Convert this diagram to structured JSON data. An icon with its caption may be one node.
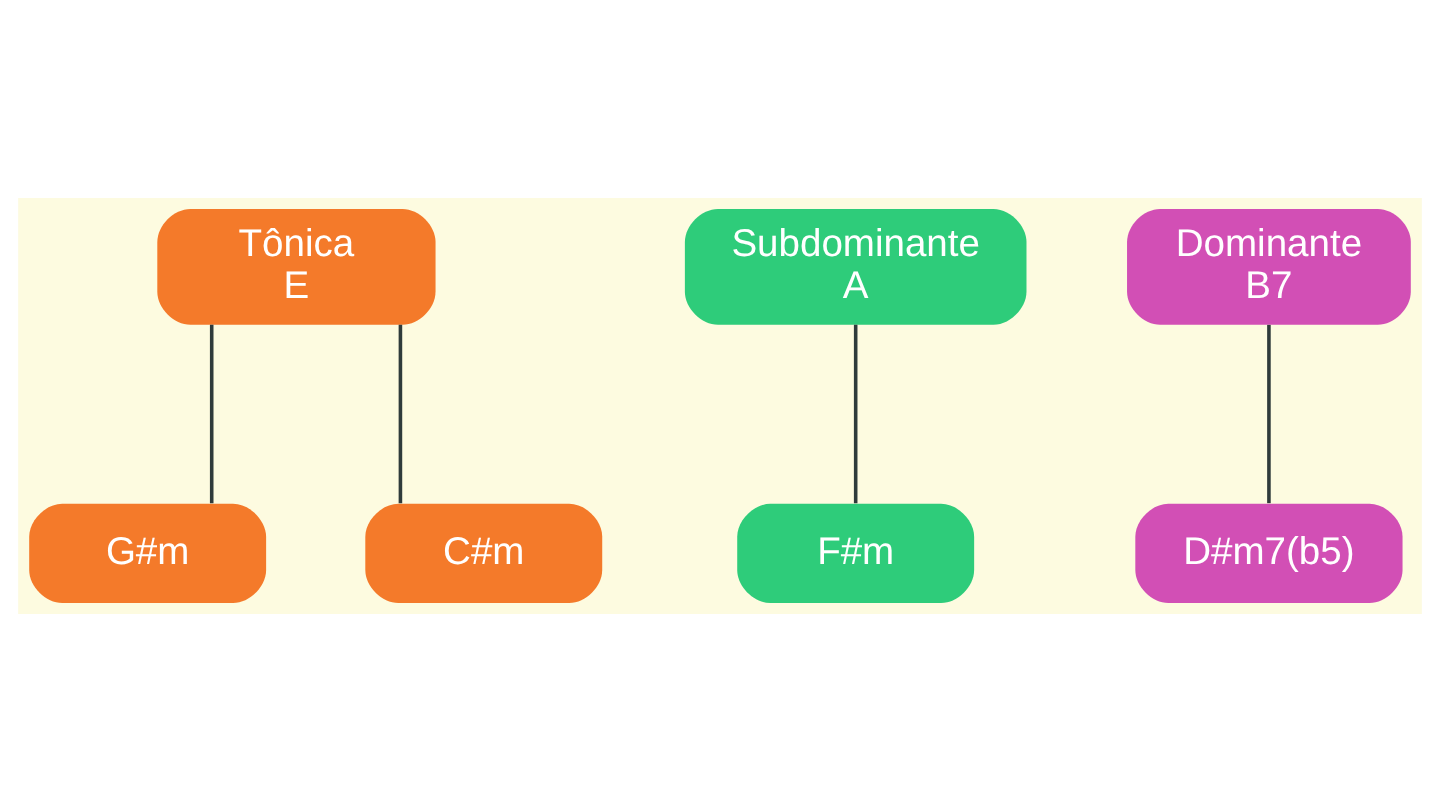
{
  "diagram": {
    "nodes": [
      {
        "text": [
          "Tônica",
          "E"
        ]
      },
      {
        "text": [
          "Subdominante",
          "A"
        ]
      },
      {
        "text": [
          "Dominante",
          "B7"
        ]
      },
      {
        "text": [
          "G#m"
        ]
      },
      {
        "text": [
          "C#m"
        ]
      },
      {
        "text": [
          "F#m"
        ]
      },
      {
        "text": [
          "D#m7(b5)"
        ]
      }
    ],
    "edges": [
      {
        "from": 0,
        "to": 3,
        "arrow": "none"
      },
      {
        "from": 0,
        "to": 4,
        "arrow": "none"
      },
      {
        "from": 1,
        "to": 5,
        "arrow": "none"
      },
      {
        "from": 2,
        "to": 6,
        "arrow": "none"
      }
    ]
  }
}
